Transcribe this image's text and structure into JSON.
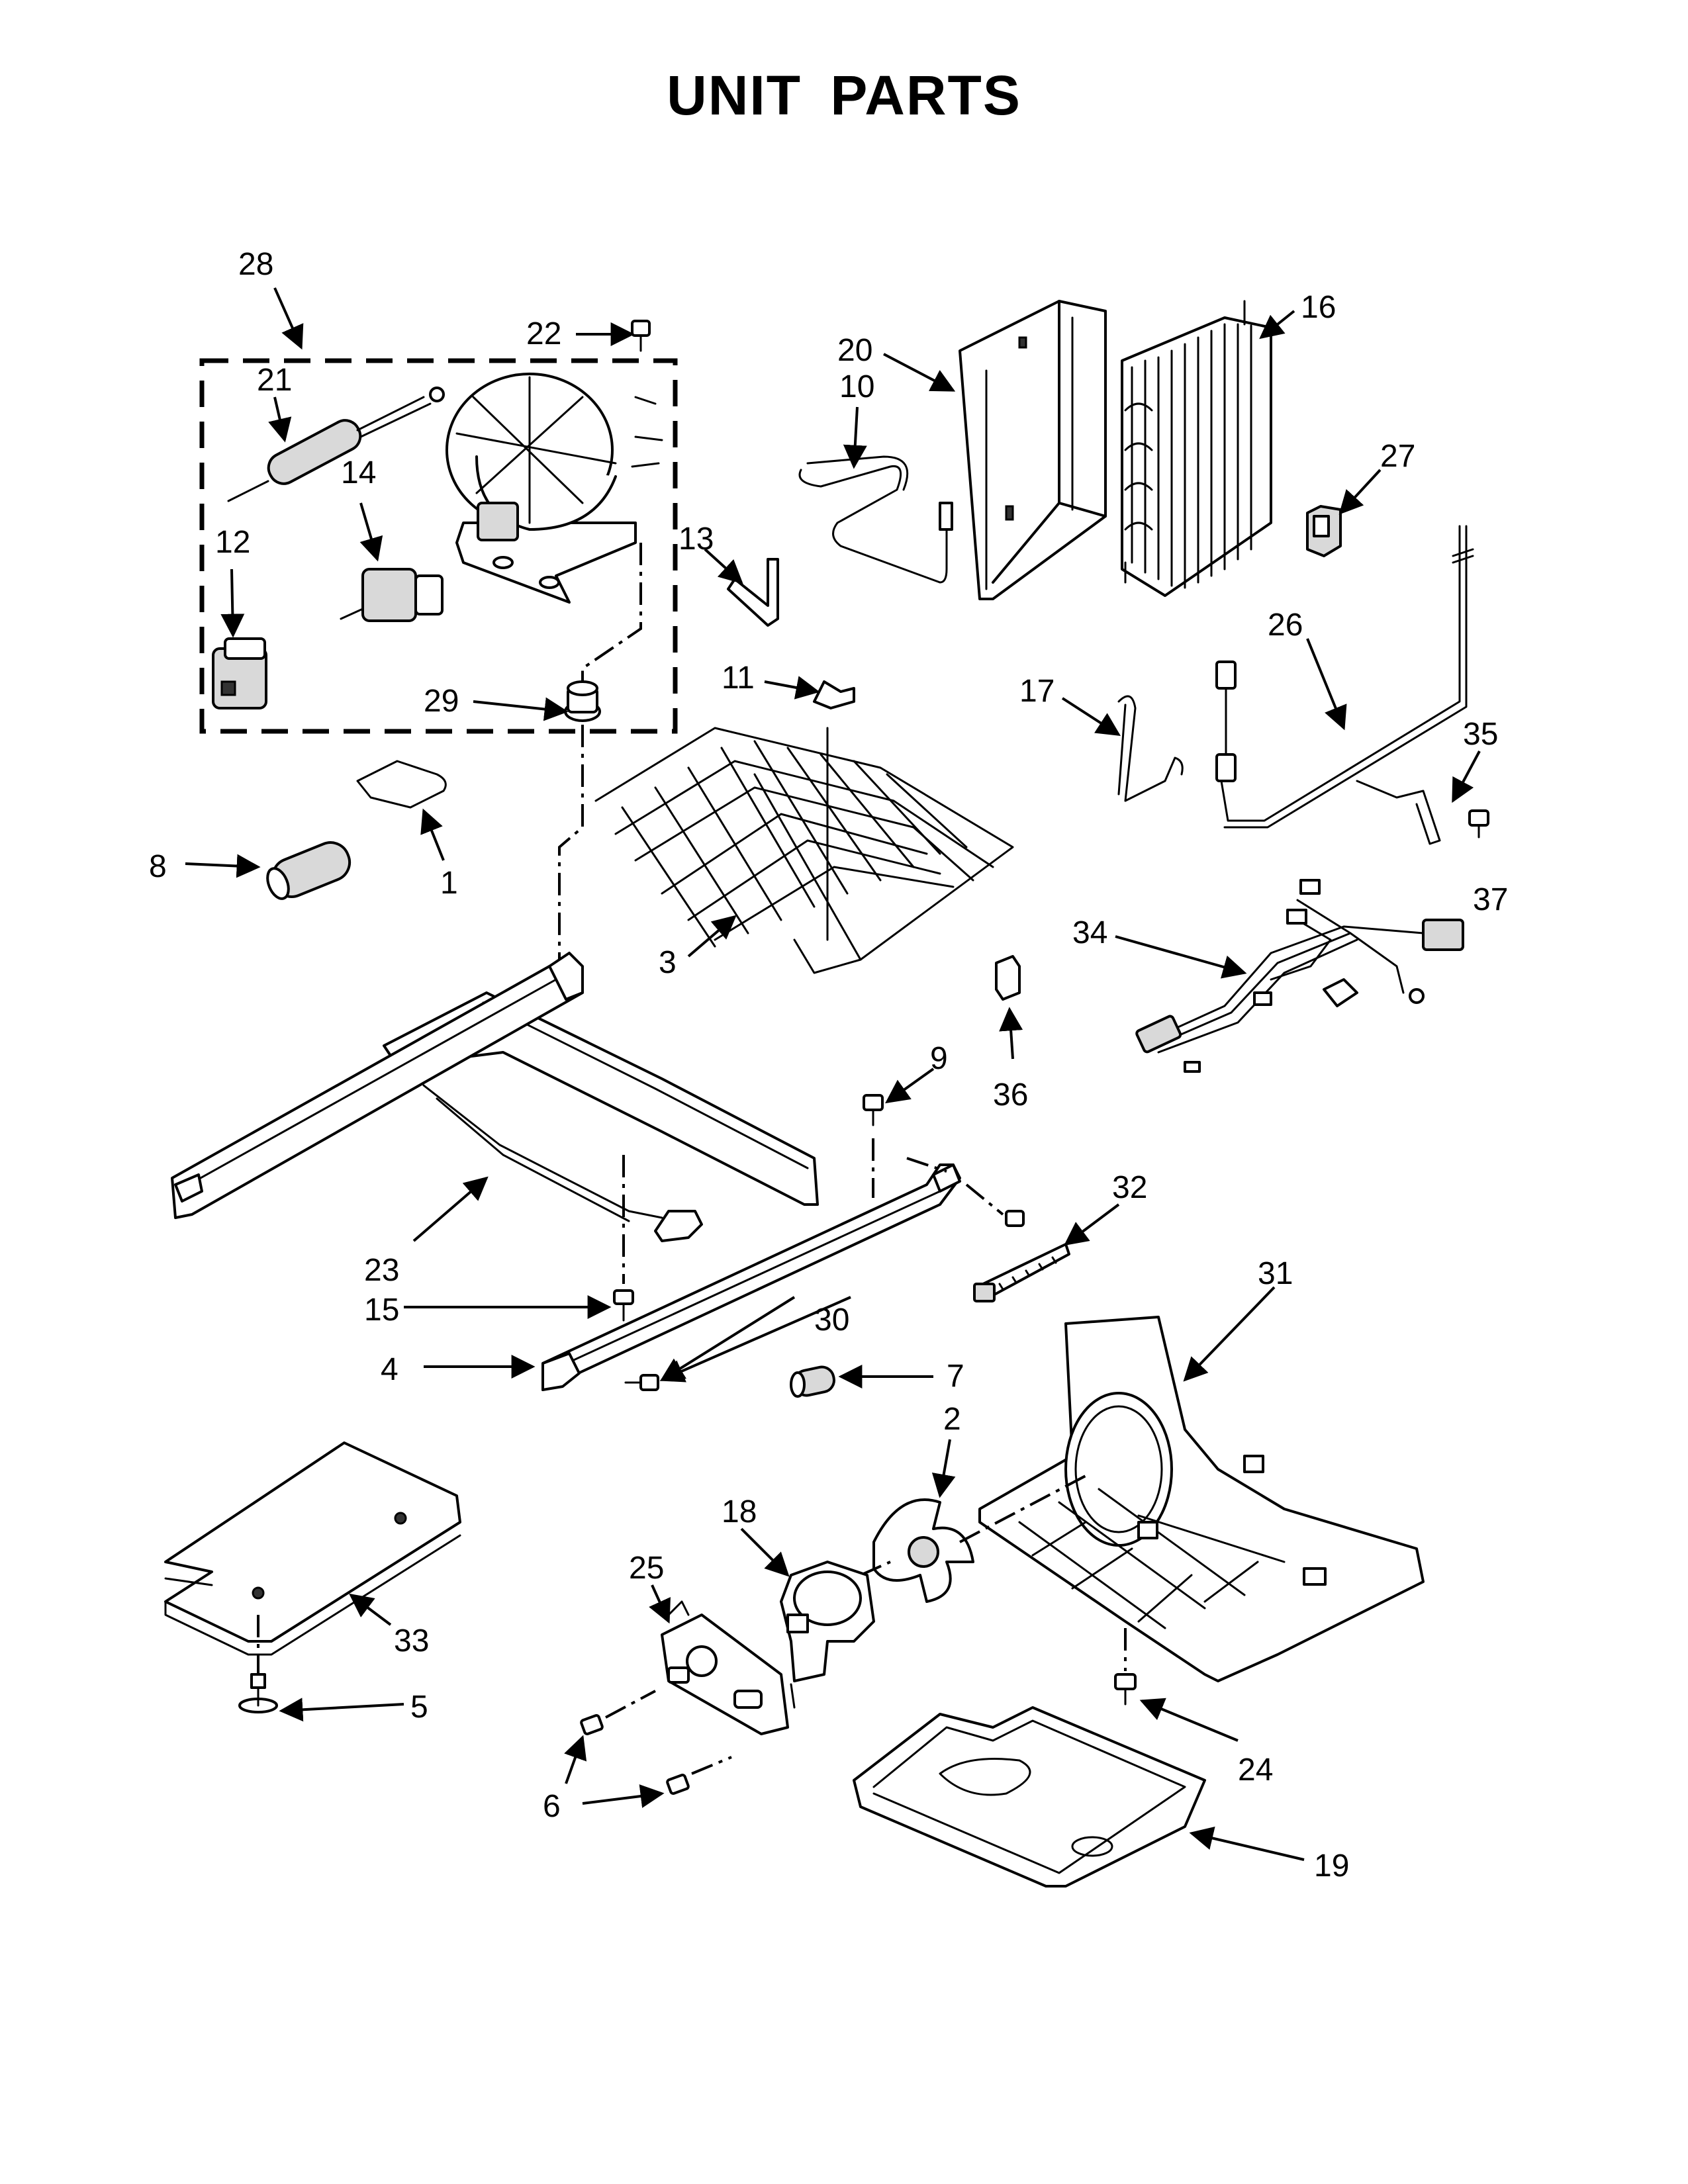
{
  "title": "UNIT PARTS",
  "callouts": [
    {
      "id": "28",
      "label": "28"
    },
    {
      "id": "21",
      "label": "21"
    },
    {
      "id": "22",
      "label": "22"
    },
    {
      "id": "14",
      "label": "14"
    },
    {
      "id": "12",
      "label": "12"
    },
    {
      "id": "29",
      "label": "29"
    },
    {
      "id": "20",
      "label": "20"
    },
    {
      "id": "10",
      "label": "10"
    },
    {
      "id": "16",
      "label": "16"
    },
    {
      "id": "27",
      "label": "27"
    },
    {
      "id": "13",
      "label": "13"
    },
    {
      "id": "11",
      "label": "11"
    },
    {
      "id": "17",
      "label": "17"
    },
    {
      "id": "26",
      "label": "26"
    },
    {
      "id": "35",
      "label": "35"
    },
    {
      "id": "37",
      "label": "37"
    },
    {
      "id": "8",
      "label": "8"
    },
    {
      "id": "1",
      "label": "1"
    },
    {
      "id": "3",
      "label": "3"
    },
    {
      "id": "34",
      "label": "34"
    },
    {
      "id": "36",
      "label": "36"
    },
    {
      "id": "9",
      "label": "9"
    },
    {
      "id": "32",
      "label": "32"
    },
    {
      "id": "23",
      "label": "23"
    },
    {
      "id": "15",
      "label": "15"
    },
    {
      "id": "31",
      "label": "31"
    },
    {
      "id": "30",
      "label": "30"
    },
    {
      "id": "4",
      "label": "4"
    },
    {
      "id": "7",
      "label": "7"
    },
    {
      "id": "2",
      "label": "2"
    },
    {
      "id": "18",
      "label": "18"
    },
    {
      "id": "25",
      "label": "25"
    },
    {
      "id": "33",
      "label": "33"
    },
    {
      "id": "5",
      "label": "5"
    },
    {
      "id": "24",
      "label": "24"
    },
    {
      "id": "6",
      "label": "6"
    },
    {
      "id": "19",
      "label": "19"
    }
  ]
}
